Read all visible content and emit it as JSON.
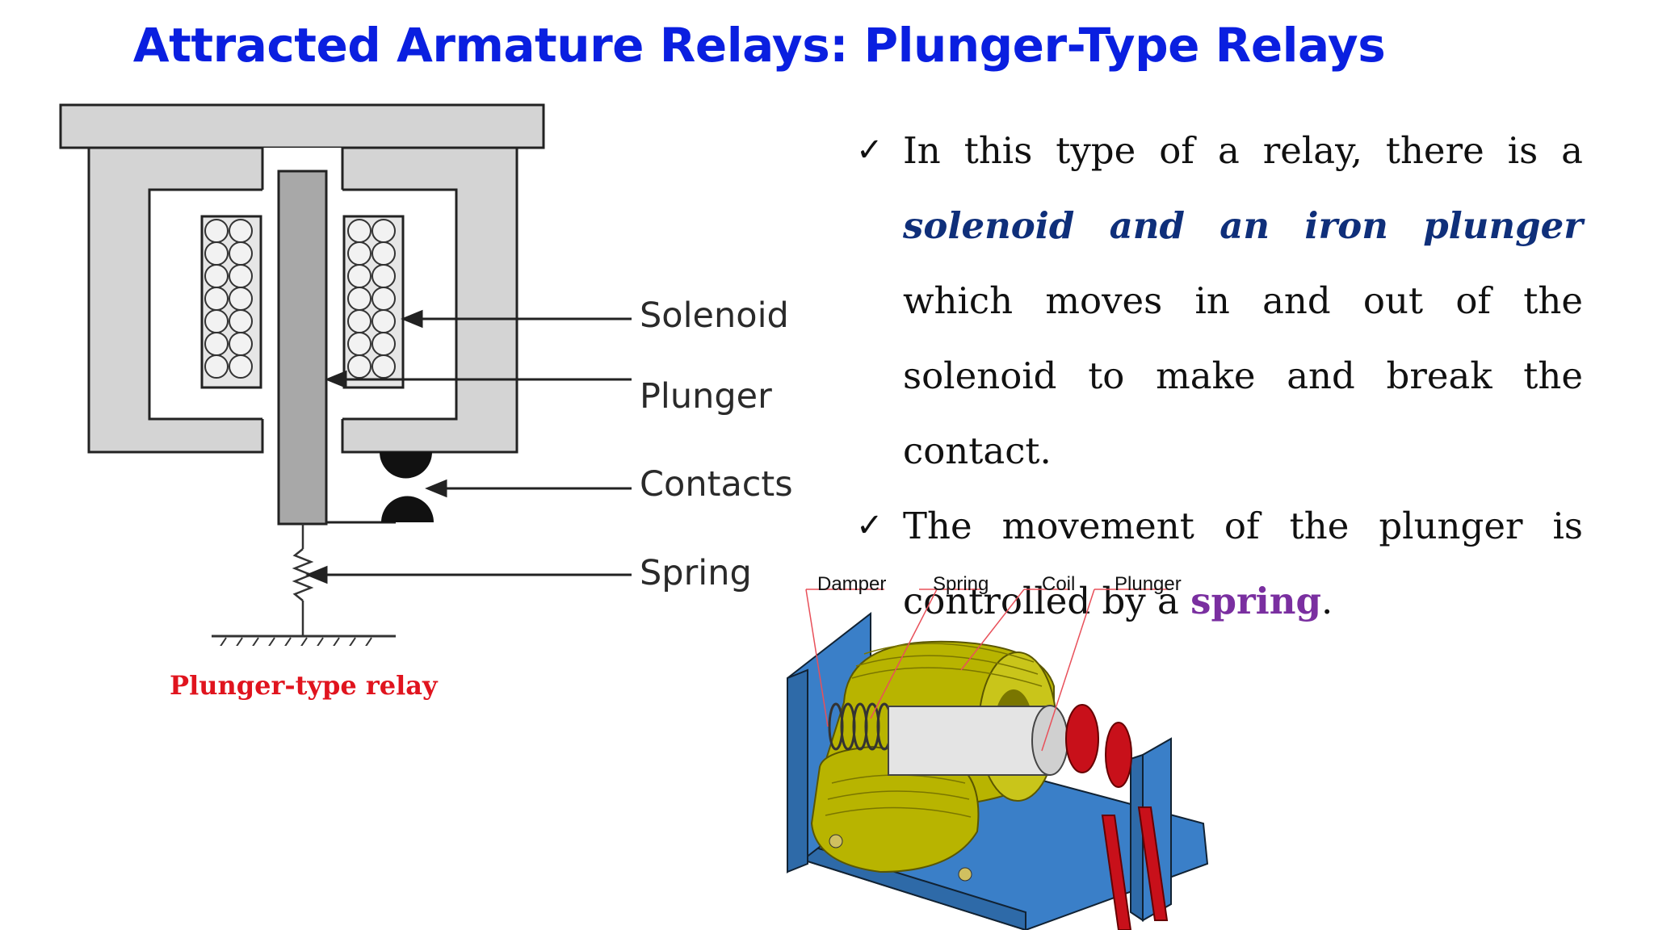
{
  "title": "Attracted Armature Relays: Plunger-Type Relays",
  "left_diagram": {
    "labels": {
      "solenoid": "Solenoid",
      "plunger": "Plunger",
      "contacts": "Contacts",
      "spring": "Spring"
    },
    "caption": "Plunger-type relay"
  },
  "bullets": [
    {
      "check": "✓",
      "before": "In this type of a relay, there is a ",
      "emphasis": "solenoid and an iron plunger",
      "after": " which moves in and out of  the solenoid to make and break the contact."
    },
    {
      "check": "✓",
      "before": "The movement of the plunger is controlled by a ",
      "emphasis": "spring",
      "after": "."
    }
  ],
  "right_diagram": {
    "labels": {
      "damper": "Damper",
      "spring": "Spring",
      "coil": "Coil",
      "plunger": "Plunger"
    }
  },
  "colors": {
    "title": "#0a1fe0",
    "caption": "#e0141e",
    "emphasis_blue": "#0f2f7a",
    "emphasis_purple": "#7a2fa0",
    "yoke_gray": "#d4d4d4",
    "plunger_gray": "#a8a8a8",
    "frame_blue": "#3a7fc8",
    "coil_olive": "#b8b400",
    "contact_red": "#c8101a"
  }
}
